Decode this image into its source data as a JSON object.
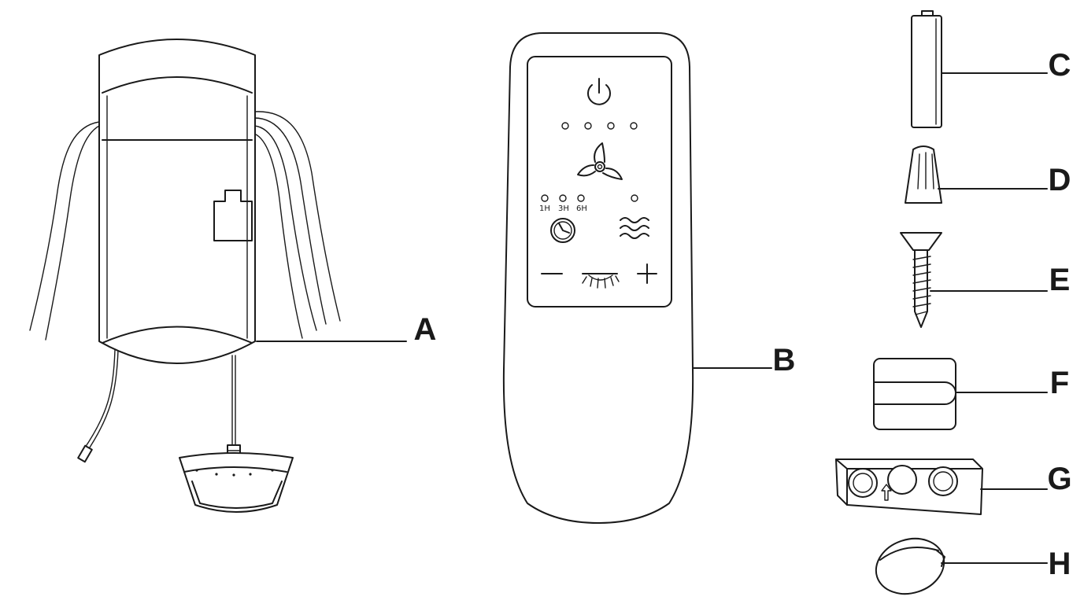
{
  "diagram": {
    "parts": [
      {
        "label": "A"
      },
      {
        "label": "B"
      },
      {
        "label": "C"
      },
      {
        "label": "D"
      },
      {
        "label": "E"
      },
      {
        "label": "F"
      },
      {
        "label": "G"
      },
      {
        "label": "H"
      }
    ],
    "remote": {
      "timer_labels": [
        "1H",
        "3H",
        "6H"
      ]
    }
  }
}
